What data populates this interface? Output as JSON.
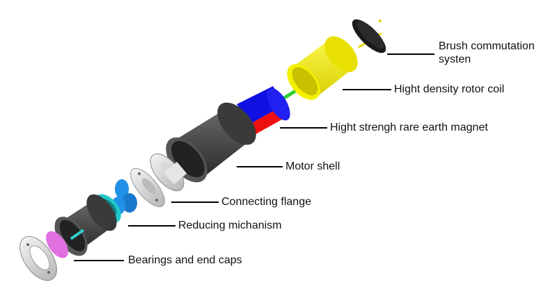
{
  "labels": {
    "brush": [
      "Brush commutation",
      "systen"
    ],
    "rotor": "Hight density rotor coil",
    "magnet": "Hight strengh rare earth magnet",
    "shell": "Motor shell",
    "flange": "Connecting flange",
    "reducing": "Reducing michanism",
    "bearings": "Bearings and end caps"
  },
  "colors": {
    "coil": "#f5f000",
    "magnet_n": "#1010e0",
    "magnet_s": "#ee1010",
    "shell": "#4a4a4a",
    "gear": "#2090e8",
    "flange_ring": "#20c8c8",
    "bearing": "#e070e0"
  }
}
